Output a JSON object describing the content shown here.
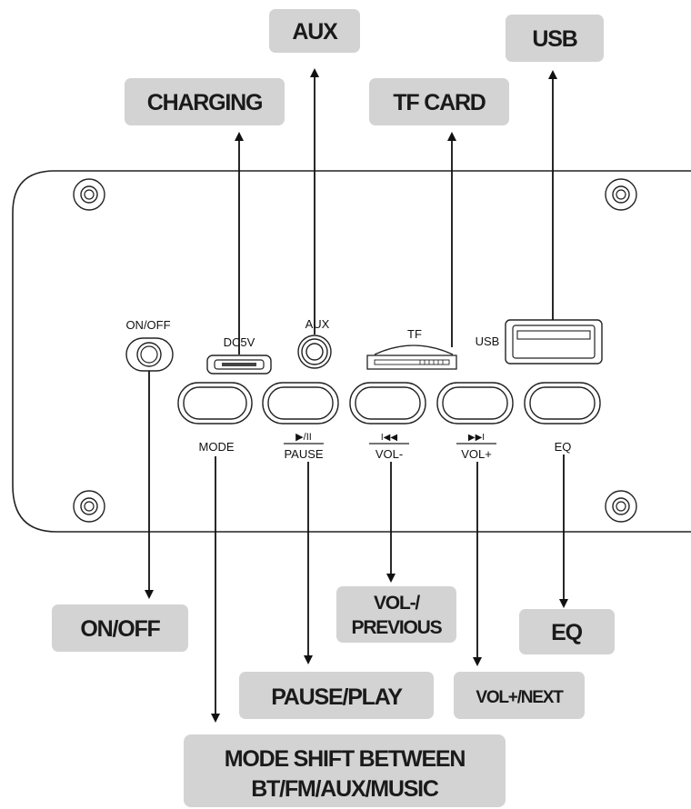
{
  "panel_labels": {
    "onoff": "ON/OFF",
    "dc5v": "DC5V",
    "aux": "AUX",
    "tf": "TF",
    "usb": "USB",
    "mode": "MODE",
    "play_symbol": "▶/II",
    "pause": "PAUSE",
    "prev_symbol": "I◀◀",
    "vol_minus": "VOL-",
    "next_symbol": "▶▶I",
    "vol_plus": "VOL+",
    "eq": "EQ"
  },
  "callouts": {
    "aux": "AUX",
    "usb": "USB",
    "charging": "CHARGING",
    "tf_card": "TF CARD",
    "onoff": "ON/OFF",
    "vol_prev_line1": "VOL-/",
    "vol_prev_line2": "PREVIOUS",
    "eq": "EQ",
    "pause_play": "PAUSE/PLAY",
    "vol_next": "VOL+/NEXT",
    "mode_line1": "MODE SHIFT BETWEEN",
    "mode_line2": "BT/FM/AUX/MUSIC"
  },
  "colors": {
    "callout_bg": "#d3d3d3",
    "line": "#111111"
  }
}
